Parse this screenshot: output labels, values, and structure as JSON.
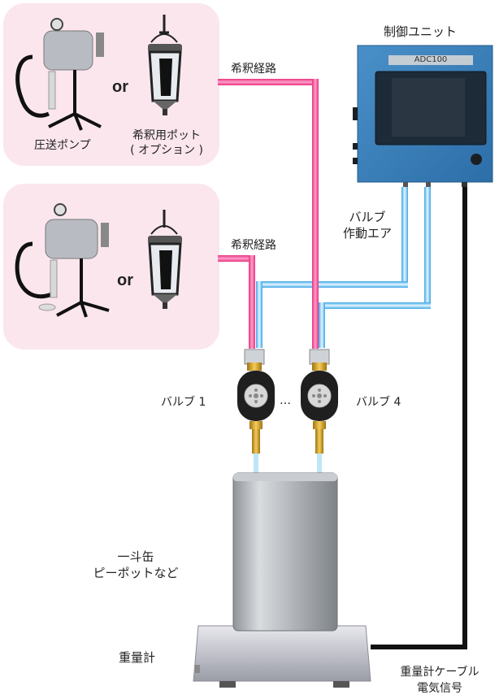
{
  "pump_panel_top": {
    "pump_label": "圧送ポンプ",
    "or_label": "or",
    "pot_label_line1": "希釈用ポット",
    "pot_label_line2": "( オプション )"
  },
  "pump_panel_bottom": {
    "or_label": "or"
  },
  "lines": {
    "dilution_path_1": "希釈経路",
    "dilution_path_2": "希釈経路",
    "valve_air_line1": "バルブ",
    "valve_air_line2": "作動エア"
  },
  "control_unit": {
    "title": "制御ユニット",
    "model": "ADC100"
  },
  "valves": {
    "valve1_label": "バルブ 1",
    "ellipsis": "…",
    "valve4_label": "バルブ 4"
  },
  "container": {
    "label_line1": "一斗缶",
    "label_line2": "ピーポットなど"
  },
  "scale": {
    "label": "重量計"
  },
  "cable": {
    "label_line1": "重量計ケーブル",
    "label_line2": "電気信号"
  }
}
